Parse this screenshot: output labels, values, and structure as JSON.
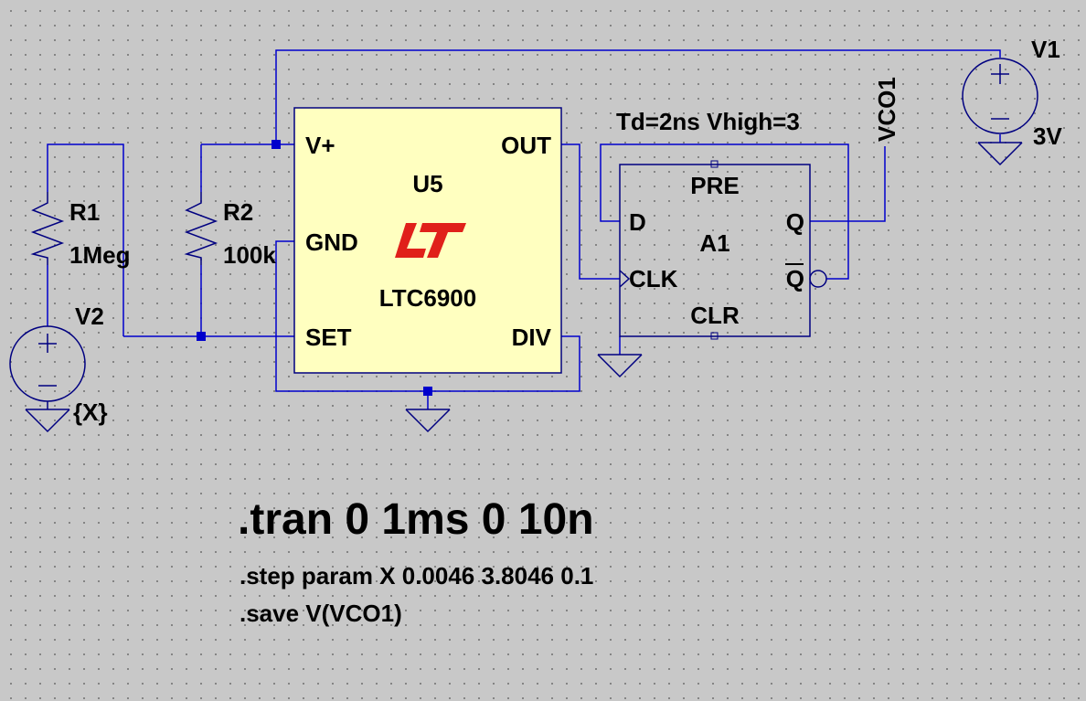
{
  "components": {
    "r1": {
      "name": "R1",
      "value": "1Meg"
    },
    "r2": {
      "name": "R2",
      "value": "100k"
    },
    "v1": {
      "name": "V1",
      "value": "3V"
    },
    "v2": {
      "name": "V2",
      "value": "{X}"
    },
    "u5": {
      "name": "U5",
      "part": "LTC6900",
      "pins": {
        "vplus": "V+",
        "gnd": "GND",
        "set": "SET",
        "out": "OUT",
        "div": "DIV"
      }
    },
    "a1": {
      "name": "A1",
      "params": "Td=2ns Vhigh=3",
      "pins": {
        "pre": "PRE",
        "d": "D",
        "clk": "CLK",
        "clr": "CLR",
        "q": "Q",
        "qbar": "Q"
      }
    }
  },
  "net_labels": {
    "vco1": "VCO1"
  },
  "directives": {
    "tran": ".tran 0 1ms 0 10n",
    "step": ".step param X 0.0046 3.8046 0.1",
    "save": ".save V(VCO1)"
  },
  "colors": {
    "wire": "#0000cc",
    "symbol": "#000080",
    "ic_fill": "#ffffc0",
    "logo": "#e0201a",
    "background": "#c8c8c8"
  },
  "icons": {
    "ic_logo": "lt-logo-icon"
  }
}
